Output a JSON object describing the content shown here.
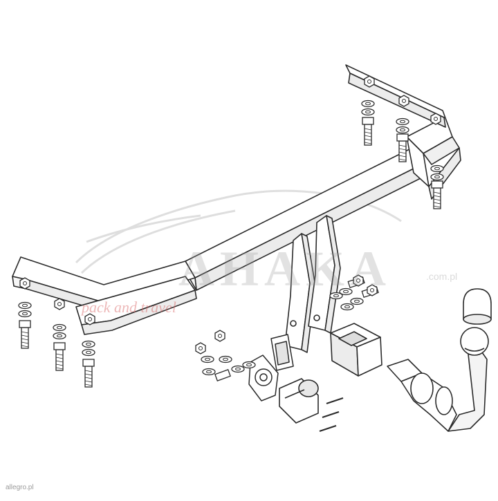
{
  "watermark": {
    "brand": "AHAKA",
    "tagline": "pack and travel",
    "site": ".com.pl",
    "tint": "#d66060"
  },
  "credit": "allegro.pl",
  "colors": {
    "line": "#2a2a2a",
    "fill": "#ffffff",
    "shade": "#e9e9e9",
    "watermark": "#9a9a9a"
  }
}
